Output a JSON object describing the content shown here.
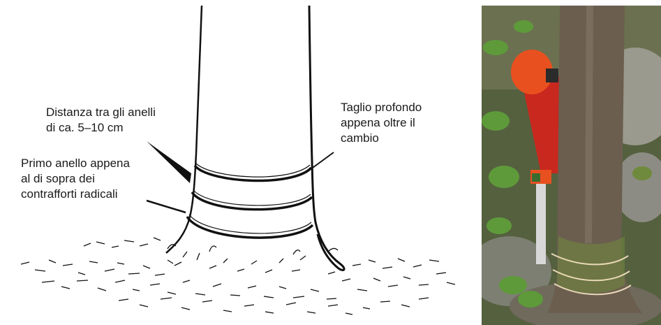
{
  "diagram": {
    "labels": {
      "ring_distance": "Distanza tra gli anelli\ndi ca. 5–10 cm",
      "deep_cut": "Taglio profondo\nappena oltre il\ncambio",
      "first_ring": "Primo anello appena\nal di sopra dei\ncontrafforti radicali"
    }
  },
  "colors": {
    "ink": "#111111",
    "helmet": "#e8501f",
    "jacket": "#c8281e",
    "bark": "#6b5e4f",
    "moss": "#6f8a3c",
    "foliage": "#5e9a3a",
    "rock": "#8c8c84"
  }
}
